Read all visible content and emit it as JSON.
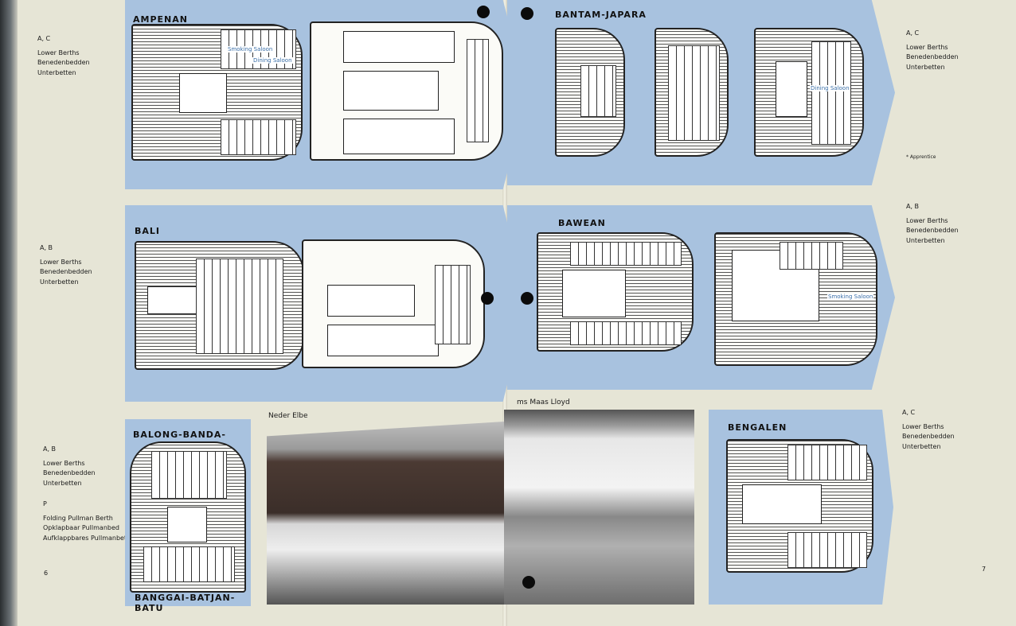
{
  "left_page": {
    "legend_1": {
      "key": "A, C",
      "lines": [
        "Lower Berths",
        "Benedenbedden",
        "Unterbetten"
      ]
    },
    "legend_2": {
      "key": "A, B",
      "lines": [
        "Lower Berths",
        "Benedenbedden",
        "Unterbetten"
      ]
    },
    "legend_3": {
      "key": "A, B",
      "lines": [
        "Lower Berths",
        "Benedenbedden",
        "Unterbetten"
      ]
    },
    "legend_4": {
      "key": "P",
      "lines": [
        "Folding Pullman Berth",
        "Opklapbaar Pullmanbed",
        "Aufklappbares Pullmanbett"
      ]
    },
    "page_number": "6"
  },
  "right_page": {
    "legend_1": {
      "key": "A, C",
      "lines": [
        "Lower Berths",
        "Benedenbedden",
        "Unterbetten"
      ]
    },
    "apprentice_note": "* Apprentice",
    "legend_2": {
      "key": "A, B",
      "lines": [
        "Lower Berths",
        "Benedenbedden",
        "Unterbetten"
      ]
    },
    "legend_3": {
      "key": "A, C",
      "lines": [
        "Lower Berths",
        "Benedenbedden",
        "Unterbetten"
      ]
    },
    "page_number": "7"
  },
  "ships": {
    "ampenan": "AMPENAN",
    "bantam": "BANTAM-JAPARA",
    "bali": "BALI",
    "bawean": "BAWEAN",
    "balong": "BALONG-BANDA-",
    "banggai": "BANGGAI-BATJAN-BATU",
    "bengalen": "BENGALEN"
  },
  "room_labels": {
    "smoking": "Smoking Saloon",
    "dining": "Dining Saloon"
  },
  "photos": {
    "neder_elbe": "Neder Elbe",
    "maas_lloyd": "ms Maas Lloyd"
  },
  "colors": {
    "panel": "#a8c2df",
    "paper": "#e6e5d6"
  }
}
